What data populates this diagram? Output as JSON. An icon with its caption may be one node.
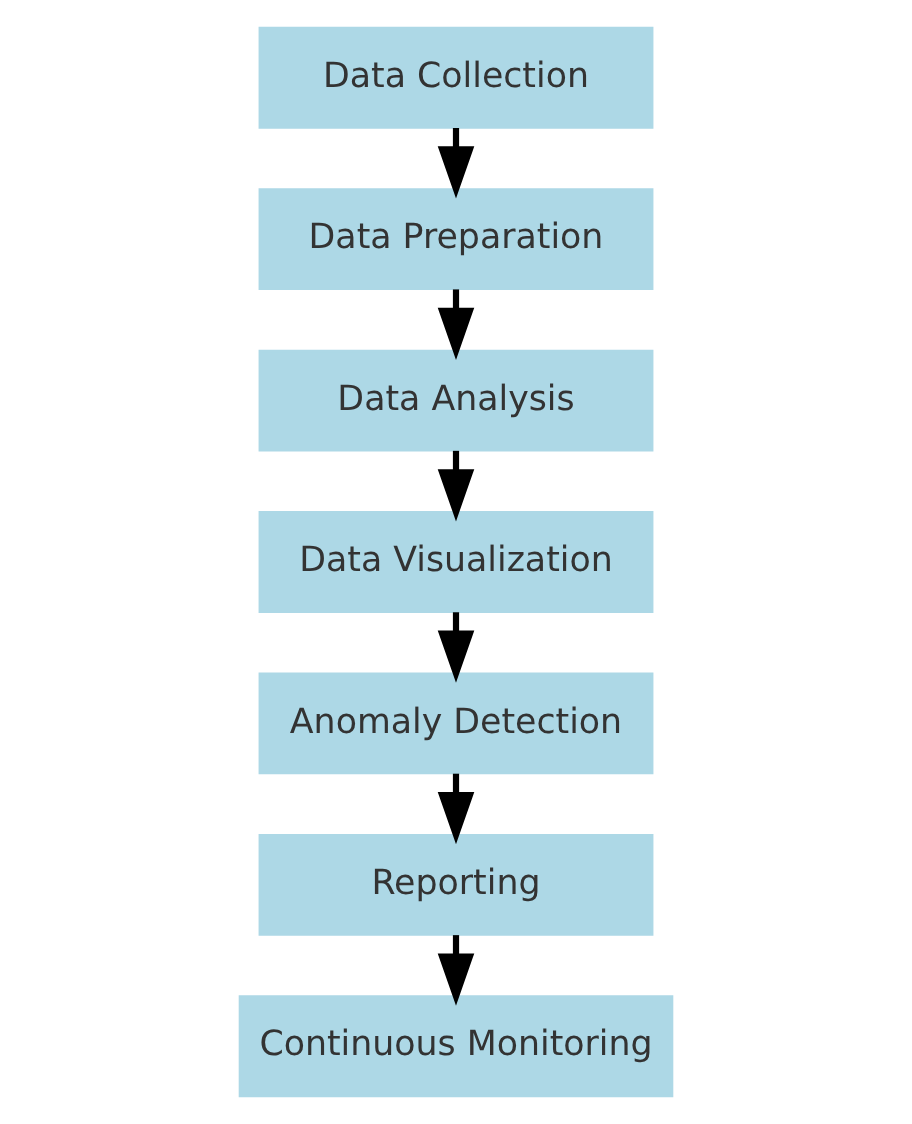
{
  "diagram": {
    "nodes": [
      {
        "text": [
          "Data Collection"
        ]
      },
      {
        "text": [
          "Data Preparation"
        ]
      },
      {
        "text": [
          "Data Analysis"
        ]
      },
      {
        "text": [
          "Data Visualization"
        ]
      },
      {
        "text": [
          "Anomaly Detection"
        ]
      },
      {
        "text": [
          "Reporting"
        ]
      },
      {
        "text": [
          "Continuous Monitoring"
        ]
      }
    ],
    "edges": [
      {
        "from": 0,
        "to": 1,
        "arrow": "to"
      },
      {
        "from": 1,
        "to": 2,
        "arrow": "to"
      },
      {
        "from": 2,
        "to": 3,
        "arrow": "to"
      },
      {
        "from": 3,
        "to": 4,
        "arrow": "to"
      },
      {
        "from": 4,
        "to": 5,
        "arrow": "to"
      },
      {
        "from": 5,
        "to": 6,
        "arrow": "to"
      }
    ]
  }
}
